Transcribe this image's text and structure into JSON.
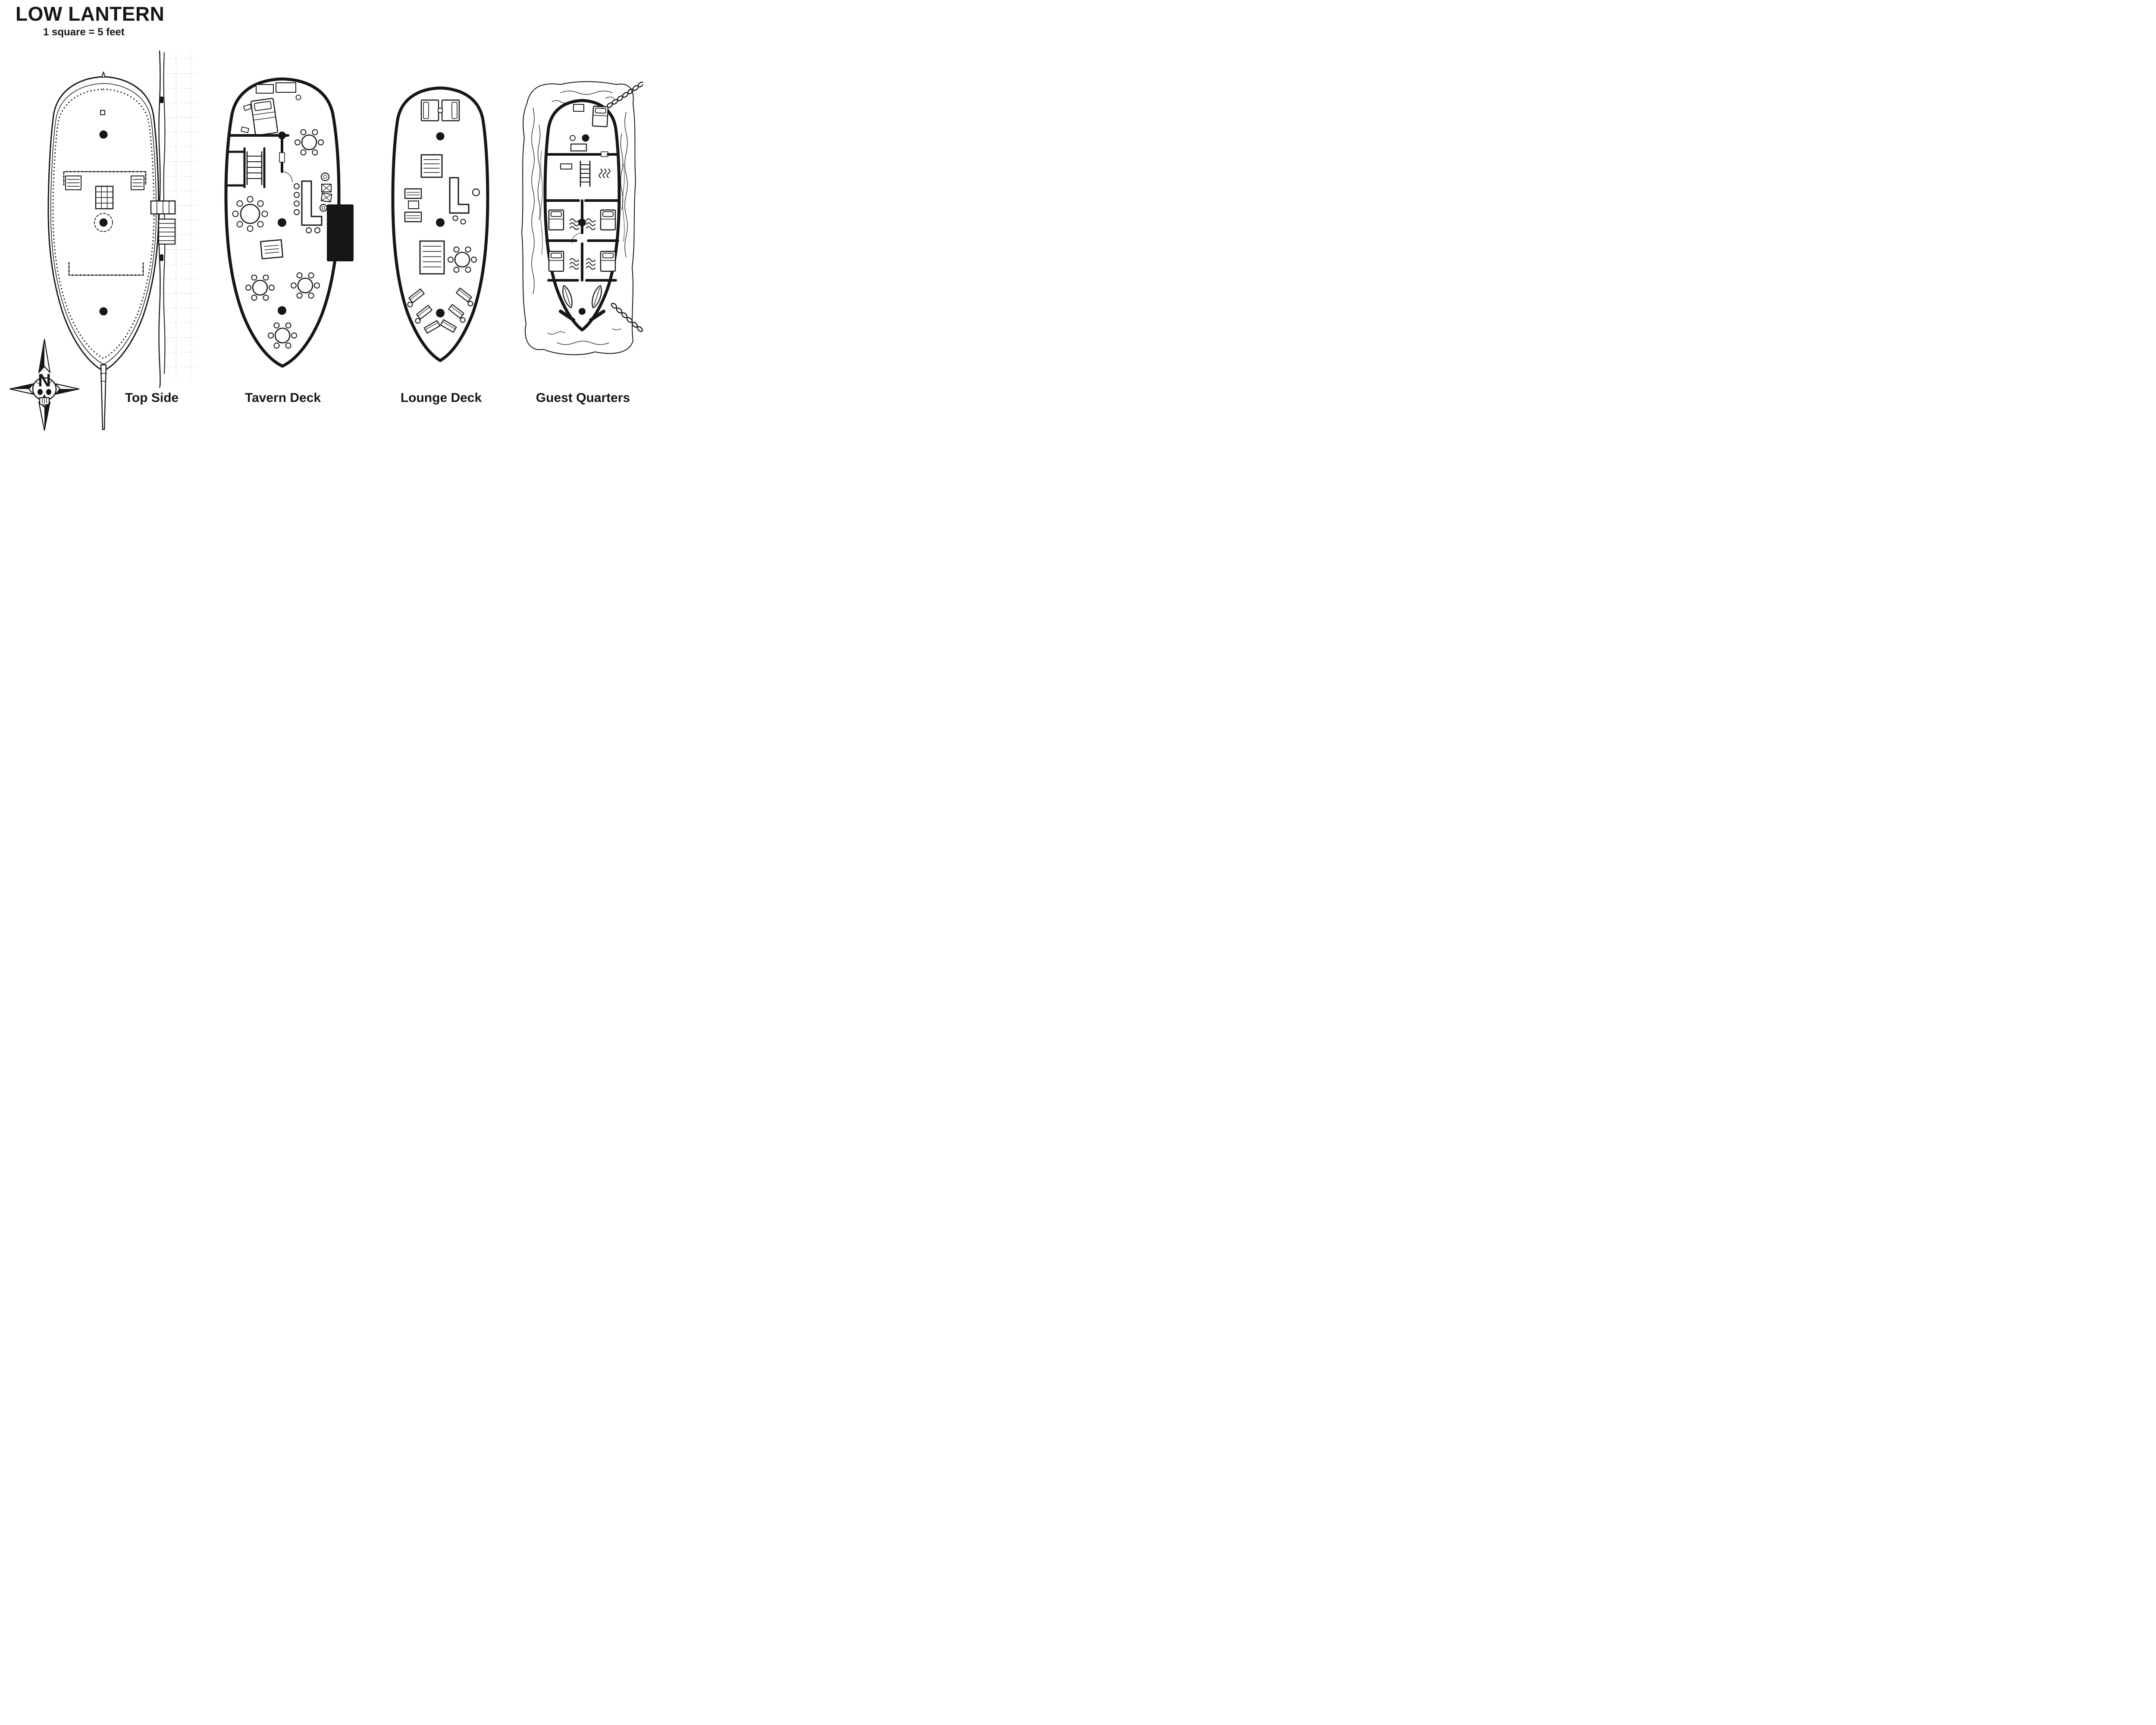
{
  "title": "LOW LANTERN",
  "scale_note": "1 square = 5 feet",
  "compass": {
    "north_label": "N"
  },
  "decks": [
    {
      "label": "Top Side"
    },
    {
      "label": "Tavern Deck"
    },
    {
      "label": "Lounge Deck"
    },
    {
      "label": "Guest Quarters"
    }
  ],
  "colors": {
    "ink": "#161616",
    "grid": "#c9c9c9",
    "water": "#dcdbed",
    "paper": "#ffffff"
  }
}
